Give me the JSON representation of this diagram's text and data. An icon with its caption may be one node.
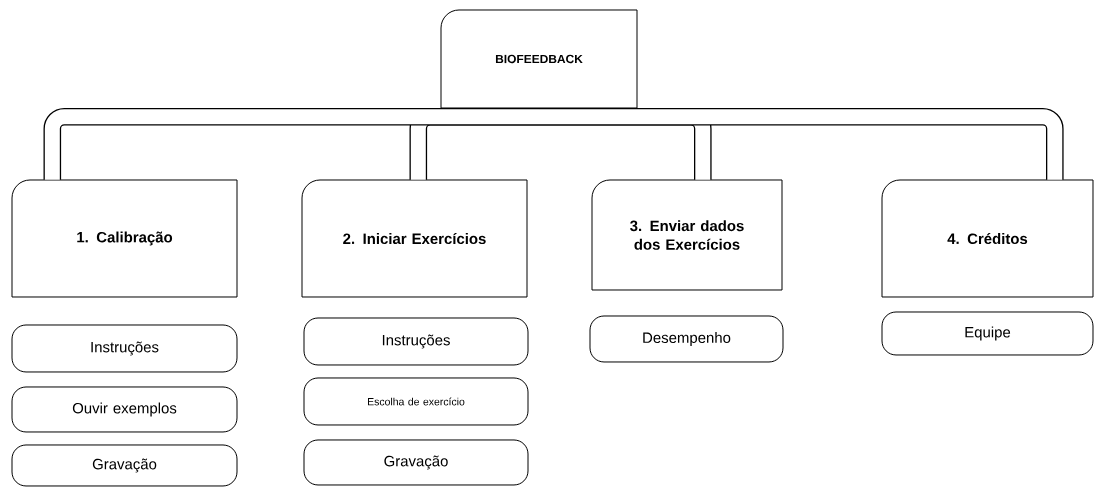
{
  "diagram": {
    "nodes": [
      {
        "text": [
          "BIOFEEDBACK"
        ]
      },
      {
        "text": [
          "1. Calibração"
        ]
      },
      {
        "text": [
          "2. Iniciar Exercícios"
        ]
      },
      {
        "text": [
          "3. Enviar dados dos Exercícios"
        ]
      },
      {
        "text": [
          "4. Créditos"
        ]
      },
      {
        "text": [
          "Instruções"
        ]
      },
      {
        "text": [
          "Ouvir exemplos"
        ]
      },
      {
        "text": [
          "Gravação"
        ]
      },
      {
        "text": [
          "Instruções"
        ]
      },
      {
        "text": [
          "Escolha de exercício"
        ]
      },
      {
        "text": [
          "Gravação"
        ]
      },
      {
        "text": [
          "Desempenho"
        ]
      },
      {
        "text": [
          "Equipe"
        ]
      }
    ],
    "edges": [
      {
        "from": 0,
        "to": 1,
        "arrow": "none"
      },
      {
        "from": 0,
        "to": 2,
        "arrow": "none"
      },
      {
        "from": 0,
        "to": 3,
        "arrow": "none"
      },
      {
        "from": 0,
        "to": 4,
        "arrow": "none"
      }
    ]
  }
}
